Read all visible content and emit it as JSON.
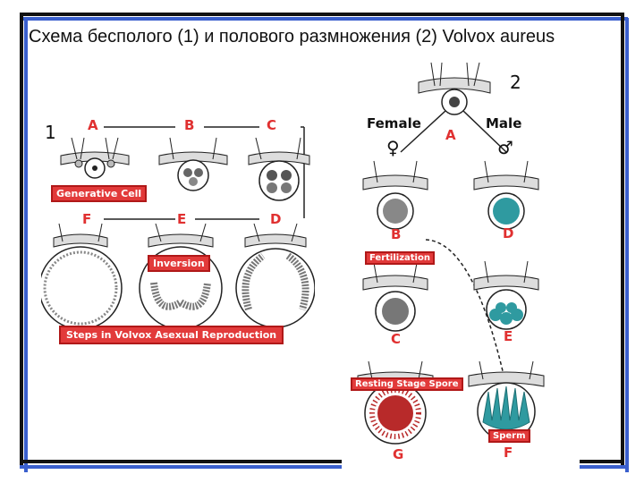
{
  "slide": {
    "title": "Схема бесполого (1) и полового размножения (2) Volvox aureus",
    "marker_1": "1",
    "marker_2": "2"
  },
  "asexual": {
    "letters": [
      "A",
      "B",
      "C",
      "D",
      "E",
      "F"
    ],
    "label_generative": "Generative Cell",
    "label_inversion": "Inversion",
    "caption": "Steps in Volvox Asexual Reproduction"
  },
  "sexual": {
    "female_label": "Female",
    "male_label": "Male",
    "female_symbol": "♀",
    "male_symbol": "♂",
    "letters": [
      "A",
      "B",
      "C",
      "D",
      "E",
      "F",
      "G"
    ],
    "label_fertilization": "Fertilization",
    "label_resting": "Resting Stage Spore",
    "label_sperm": "Sperm"
  },
  "colors": {
    "frame_blue": "#3a5fcd",
    "frame_black": "#111111",
    "label_red": "#e23a3a",
    "male_teal": "#2f9aa0",
    "spore_red": "#b82a2a"
  }
}
